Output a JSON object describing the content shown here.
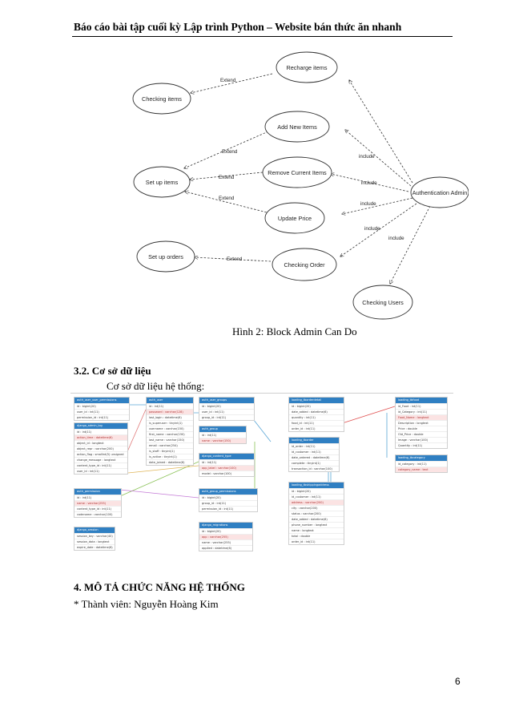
{
  "header": {
    "title": "Báo cáo bài tập cuối kỳ Lập trình Python – Website bán thức ăn nhanh"
  },
  "use_case": {
    "use_cases": [
      "Recharge items",
      "Checking items",
      "Add New Items",
      "Set up items",
      "Remove Current Items",
      "Update Price",
      "Set up orders",
      "Checking Order",
      "Authentication Admin",
      "Checking Users"
    ],
    "relations": [
      "Extend",
      "Extend",
      "Extend",
      "Extend",
      "Extend",
      "include",
      "include",
      "include",
      "include",
      "include"
    ]
  },
  "caption": "Hình 2: Block Admin Can Do",
  "section_3_2": {
    "heading": "3.2. Cơ sở dữ liệu",
    "subtitle": "Cơ sở dữ liệu hệ thống:"
  },
  "db_tables": [
    {
      "name": "auth_user_user_permissions",
      "fields": [
        "id : bigint(20)",
        "user_id : int(11)",
        "permission_id : int(11)"
      ]
    },
    {
      "name": "django_admin_log",
      "fields": [
        "id : int(11)",
        "action_time : datetime(6)",
        "object_id : longtext",
        "object_repr : varchar(200)",
        "action_flag : smallint(5) unsigned",
        "change_message : longtext",
        "content_type_id : int(11)",
        "user_id : int(11)"
      ]
    },
    {
      "name": "auth_permission",
      "fields": [
        "id : int(11)",
        "name : varchar(255)",
        "content_type_id : int(11)",
        "codename : varchar(100)"
      ]
    },
    {
      "name": "django_session",
      "fields": [
        "session_key : varchar(40)",
        "session_data : longtext",
        "expire_date : datetime(6)"
      ]
    },
    {
      "name": "auth_user",
      "fields": [
        "id : int(11)",
        "password : varchar(128)",
        "last_login : datetime(6)",
        "is_superuser : tinyint(1)",
        "username : varchar(150)",
        "first_name : varchar(150)",
        "last_name : varchar(150)",
        "email : varchar(254)",
        "is_staff : tinyint(1)",
        "is_active : tinyint(1)",
        "date_joined : datetime(6)"
      ]
    },
    {
      "name": "auth_user_groups",
      "fields": [
        "id : bigint(20)",
        "user_id : int(11)",
        "group_id : int(11)"
      ]
    },
    {
      "name": "auth_group",
      "fields": [
        "id : int(11)",
        "name : varchar(150)"
      ]
    },
    {
      "name": "django_content_type",
      "fields": [
        "id : int(11)",
        "app_label : varchar(100)",
        "model : varchar(100)"
      ]
    },
    {
      "name": "auth_group_permissions",
      "fields": [
        "id : bigint(20)",
        "group_id : int(11)",
        "permission_id : int(11)"
      ]
    },
    {
      "name": "django_migrations",
      "fields": [
        "id : bigint(20)",
        "app : varchar(255)",
        "name : varchar(255)",
        "applied : datetime(6)"
      ]
    },
    {
      "name": "loading_tborderdetail",
      "fields": [
        "id : bigint(20)",
        "date_added : datetime(6)",
        "quantity : int(11)",
        "food_id : int(11)",
        "order_id : int(11)"
      ]
    },
    {
      "name": "loading_tborder",
      "fields": [
        "id_order : int(11)",
        "id_customer : int(11)",
        "date_ordered : datetime(6)",
        "complete : tinyint(1)",
        "transaction_id : varchar(100)"
      ]
    },
    {
      "name": "loading_tbshippingaddress",
      "fields": [
        "id : bigint(20)",
        "id_customer : int(11)",
        "address : varchar(200)",
        "city : varchar(200)",
        "status : varchar(200)",
        "date_added : datetime(6)",
        "phone_number : longtext",
        "name : longtext",
        "total : double",
        "order_id : int(11)"
      ]
    },
    {
      "name": "loading_tbfood",
      "fields": [
        "id_Food : int(11)",
        "id_Category : int(11)",
        "Food_Name : longtext",
        "Description : longtext",
        "Price : double",
        "Old_Price : double",
        "Image : varchar(100)",
        "Quantity : int(11)"
      ]
    },
    {
      "name": "loading_tbcategory",
      "fields": [
        "id_category : int(11)",
        "category_name : text"
      ]
    }
  ],
  "section_4": {
    "heading": "4. MÔ TẢ CHỨC NĂNG HỆ THỐNG",
    "member": "* Thành viên: Nguyễn Hoàng Kim"
  },
  "page_number": "6"
}
